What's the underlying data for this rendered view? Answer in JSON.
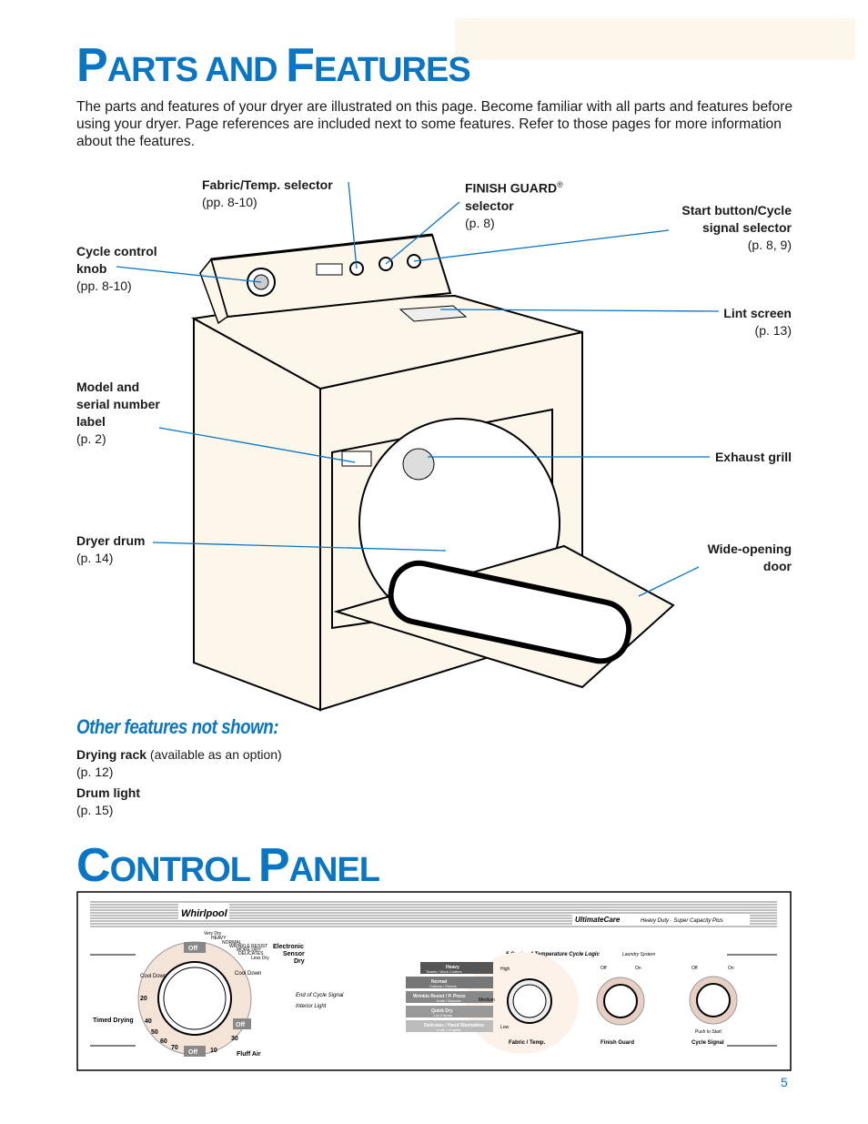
{
  "page_title_initial": "P",
  "page_title_rest": "ARTS AND ",
  "page_title_initial2": "F",
  "page_title_rest2": "EATURES",
  "intro": "The parts and features of your dryer are illustrated on this page. Become familiar with all parts and features before using your dryer. Page references are included next to some features. Refer to those pages for more information about the features.",
  "callouts": {
    "fabric_temp": {
      "name": "Fabric/Temp. selector",
      "ref": "(pp. 8-10)"
    },
    "finish_guard": {
      "name": "FINISH GUARD",
      "reg": "®",
      "name2": "selector",
      "ref": "(p. 8)"
    },
    "start_button": {
      "name": "Start button/Cycle",
      "name2": "signal selector",
      "ref": "(p. 8, 9)"
    },
    "cycle_knob": {
      "name": "Cycle control",
      "name2": "knob",
      "ref": "(pp. 8-10)"
    },
    "lint_screen": {
      "name": "Lint screen",
      "ref": "(p. 13)"
    },
    "model_label": {
      "name": "Model and",
      "name2": "serial number",
      "name3": "label",
      "ref": "(p. 2)"
    },
    "exhaust_grill": {
      "name": "Exhaust grill"
    },
    "dryer_drum": {
      "name": "Dryer drum",
      "ref": "(p. 14)"
    },
    "door": {
      "name": "Wide-opening",
      "name2": "door"
    }
  },
  "other_features": {
    "heading": "Other features not shown:",
    "items": [
      {
        "name": "Drying rack",
        "desc": " (available as an option)",
        "ref": "(p. 12)"
      },
      {
        "name": "Drum light",
        "desc": "",
        "ref": "(p. 15)"
      }
    ]
  },
  "control_title_initial": "C",
  "control_title_rest": "ONTROL ",
  "control_title_initial2": "P",
  "control_title_rest2": "ANEL",
  "panel": {
    "brand": "Whirlpool",
    "series": "UltimateCare",
    "series_sub": "Heavy Duty · Super Capacity Plus",
    "cycle_logic": "5 Cycle • 4 Temperature Cycle Logic",
    "laundry_system": "Laundry System",
    "timed_drying": "Timed Drying",
    "fluff_air": "Fluff Air",
    "electronic_sensor": [
      "Electronic",
      "Sensor",
      "Dry"
    ],
    "end_signal": "End of Cycle Signal",
    "interior_light": "Interior Light",
    "dial_labels": [
      "Off",
      "Off",
      "Off",
      "Cool Down",
      "Cool Down",
      "20",
      "40",
      "50",
      "60",
      "70",
      "10",
      "30"
    ],
    "sensor_labels": [
      "Very Dry",
      "HEAVY",
      "NORMAL",
      "WRINKLE RESIST",
      "MORE DRY",
      "DELICATES",
      "Less Dry"
    ],
    "fabric_options": [
      {
        "title": "Heavy",
        "sub": "Towels / Work Clothes"
      },
      {
        "title": "Normal",
        "sub": "Cottons / Sheets"
      },
      {
        "title": "Wrinkle Resist / P. Press",
        "sub": "Knits / Blouses"
      },
      {
        "title": "Quick Dry",
        "sub": "1 to 3 Items"
      },
      {
        "title": "Delicates / Hand Washables",
        "sub": "Knits / Lingerie"
      }
    ],
    "temp_labels": [
      "High",
      "Medium",
      "Low"
    ],
    "fabric_temp": "Fabric / Temp.",
    "finish_guard": "Finish Guard",
    "cycle_signal": "Cycle Signal",
    "off": "Off",
    "on": "On",
    "push_to_start": "Push to Start"
  },
  "page_number": "5",
  "colors": {
    "accent": "#0a75c2",
    "cream": "#fdf6ea"
  }
}
